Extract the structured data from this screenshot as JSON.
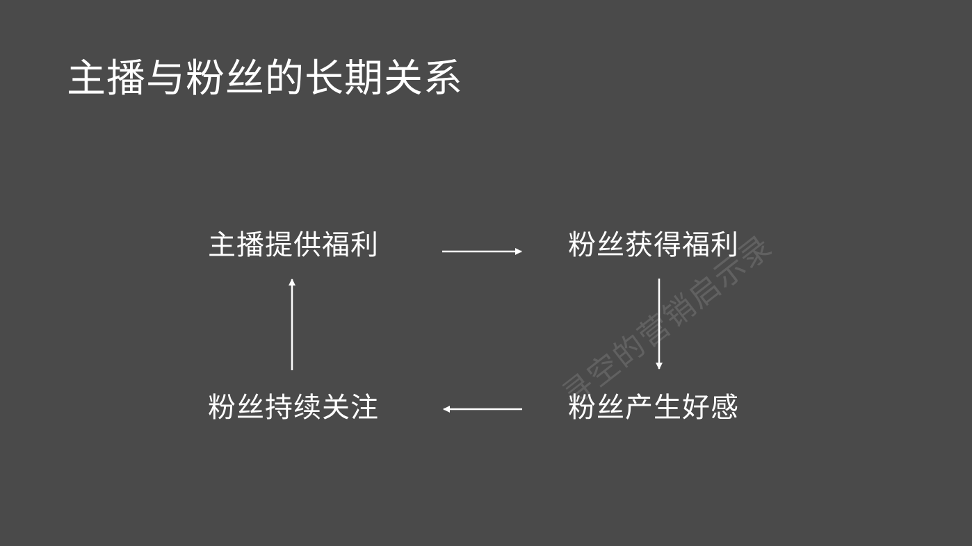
{
  "title": "主播与粉丝的长期关系",
  "nodes": {
    "top_left": "主播提供福利",
    "top_right": "粉丝获得福利",
    "bottom_right": "粉丝产生好感",
    "bottom_left": "粉丝持续关注"
  },
  "watermark": "寻空的营销启示录",
  "colors": {
    "background": "#4a4a4a",
    "text": "#ffffff",
    "arrow": "#ffffff"
  }
}
